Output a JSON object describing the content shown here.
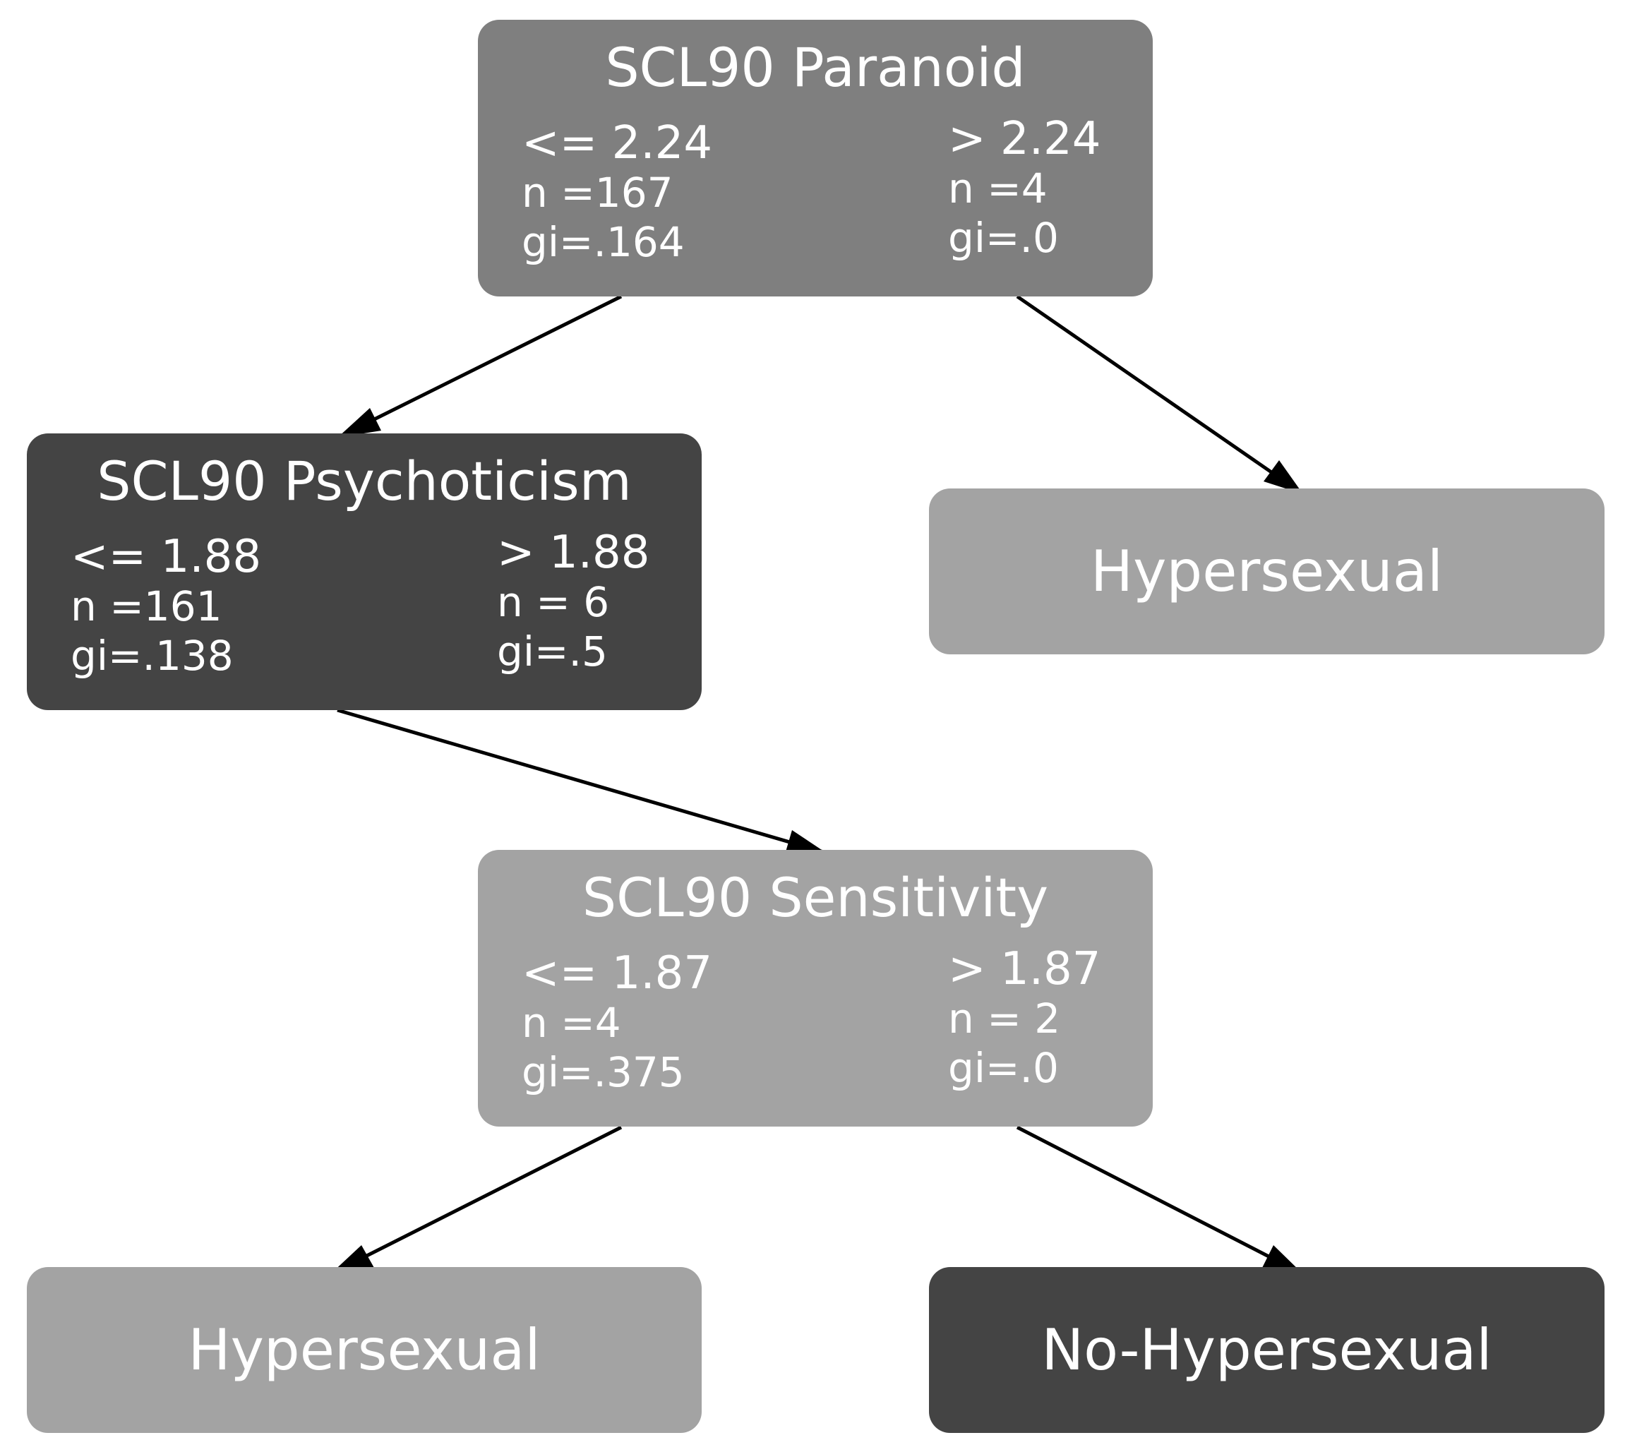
{
  "colors": {
    "background": "#ffffff",
    "edge": "#000000",
    "text": "#ffffff",
    "node_medium": "#7f7f7f",
    "node_dark": "#444444",
    "node_light": "#a3a3a3"
  },
  "nodes": {
    "paranoid": {
      "title": "SCL90 Paranoid",
      "left": {
        "cond": "<= 2.24",
        "n": "n =167",
        "gi": "gi=.164"
      },
      "right": {
        "cond": "> 2.24",
        "n": "n =4",
        "gi": "gi=.0"
      }
    },
    "psychoticism": {
      "title": "SCL90 Psychoticism",
      "left": {
        "cond": "<= 1.88",
        "n": "n =161",
        "gi": "gi=.138"
      },
      "right": {
        "cond": "> 1.88",
        "n": "n = 6",
        "gi": "gi=.5"
      }
    },
    "sensitivity": {
      "title": "SCL90 Sensitivity",
      "left": {
        "cond": "<= 1.87",
        "n": "n =4",
        "gi": "gi=.375"
      },
      "right": {
        "cond": "> 1.87",
        "n": "n = 2",
        "gi": "gi=.0"
      }
    }
  },
  "leaves": {
    "hyper_1": "Hypersexual",
    "hyper_2": "Hypersexual",
    "no_hyper": "No-Hypersexual"
  }
}
